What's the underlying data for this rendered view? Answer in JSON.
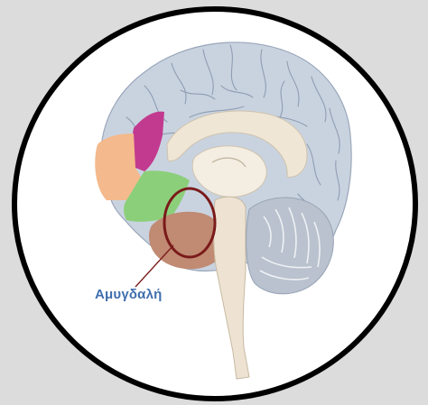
{
  "diagram": {
    "label": "Αμυγδαλή",
    "colors": {
      "background": "#dcdcdc",
      "circle_fill": "#ffffff",
      "circle_border": "#000000",
      "cortex": "#c9d3e0",
      "gyri_lines": "#8f9db2",
      "corpus_callosum": "#efe6d6",
      "prefrontal_orange": "#f4b98c",
      "orbital_green": "#8ccf7a",
      "frontal_magenta": "#c23a8f",
      "temporal_brown": "#c08a73",
      "brainstem": "#eee3d2",
      "cerebellum": "#b9c2ce",
      "highlight_circle": "#7a1a1a",
      "label_color": "#3f6fae"
    },
    "icons": {
      "brain": "brain-sagittal-illustration",
      "highlight": "amygdala-highlight-ring"
    }
  }
}
